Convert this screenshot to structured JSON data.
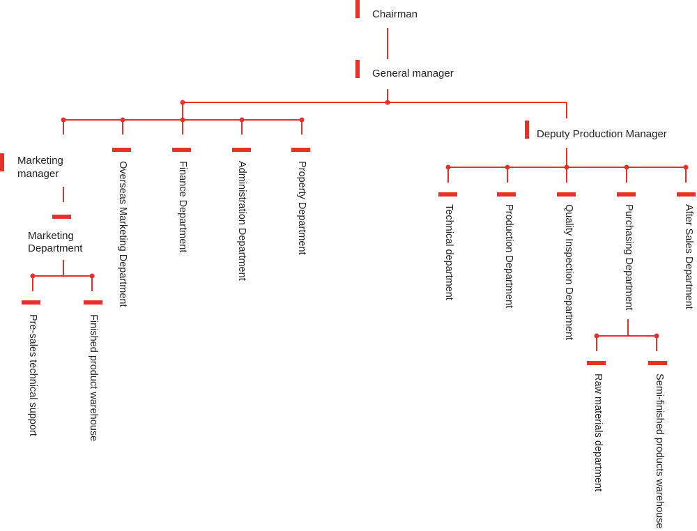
{
  "colors": {
    "accent": "#e8302a",
    "text": "#222222",
    "background": "#ffffff"
  },
  "nodes": {
    "chairman": "Chairman",
    "general_manager": "General manager",
    "marketing_manager": [
      "Marketing",
      "manager"
    ],
    "marketing_department": [
      "Marketing",
      "Department"
    ],
    "deputy_production_manager": "Deputy Production Manager",
    "overseas_marketing_department": "Overseas Marketing Department",
    "finance_department": "Finance Department",
    "administration_department": "Administration Department",
    "property_department": "Property Department",
    "pre_sales_technical_support": "Pre-sales technical support",
    "finished_product_warehouse": "Finished product warehouse",
    "technical_department": "Technical department",
    "production_department": "Production Department",
    "quality_inspection_department": "Quality Inspection Department",
    "purchasing_department": "Purchasing Department",
    "after_sales_department": "After Sales Department",
    "raw_materials_department": "Raw materials department",
    "semi_finished_products_warehouse": "Semi-finished products warehouse"
  }
}
